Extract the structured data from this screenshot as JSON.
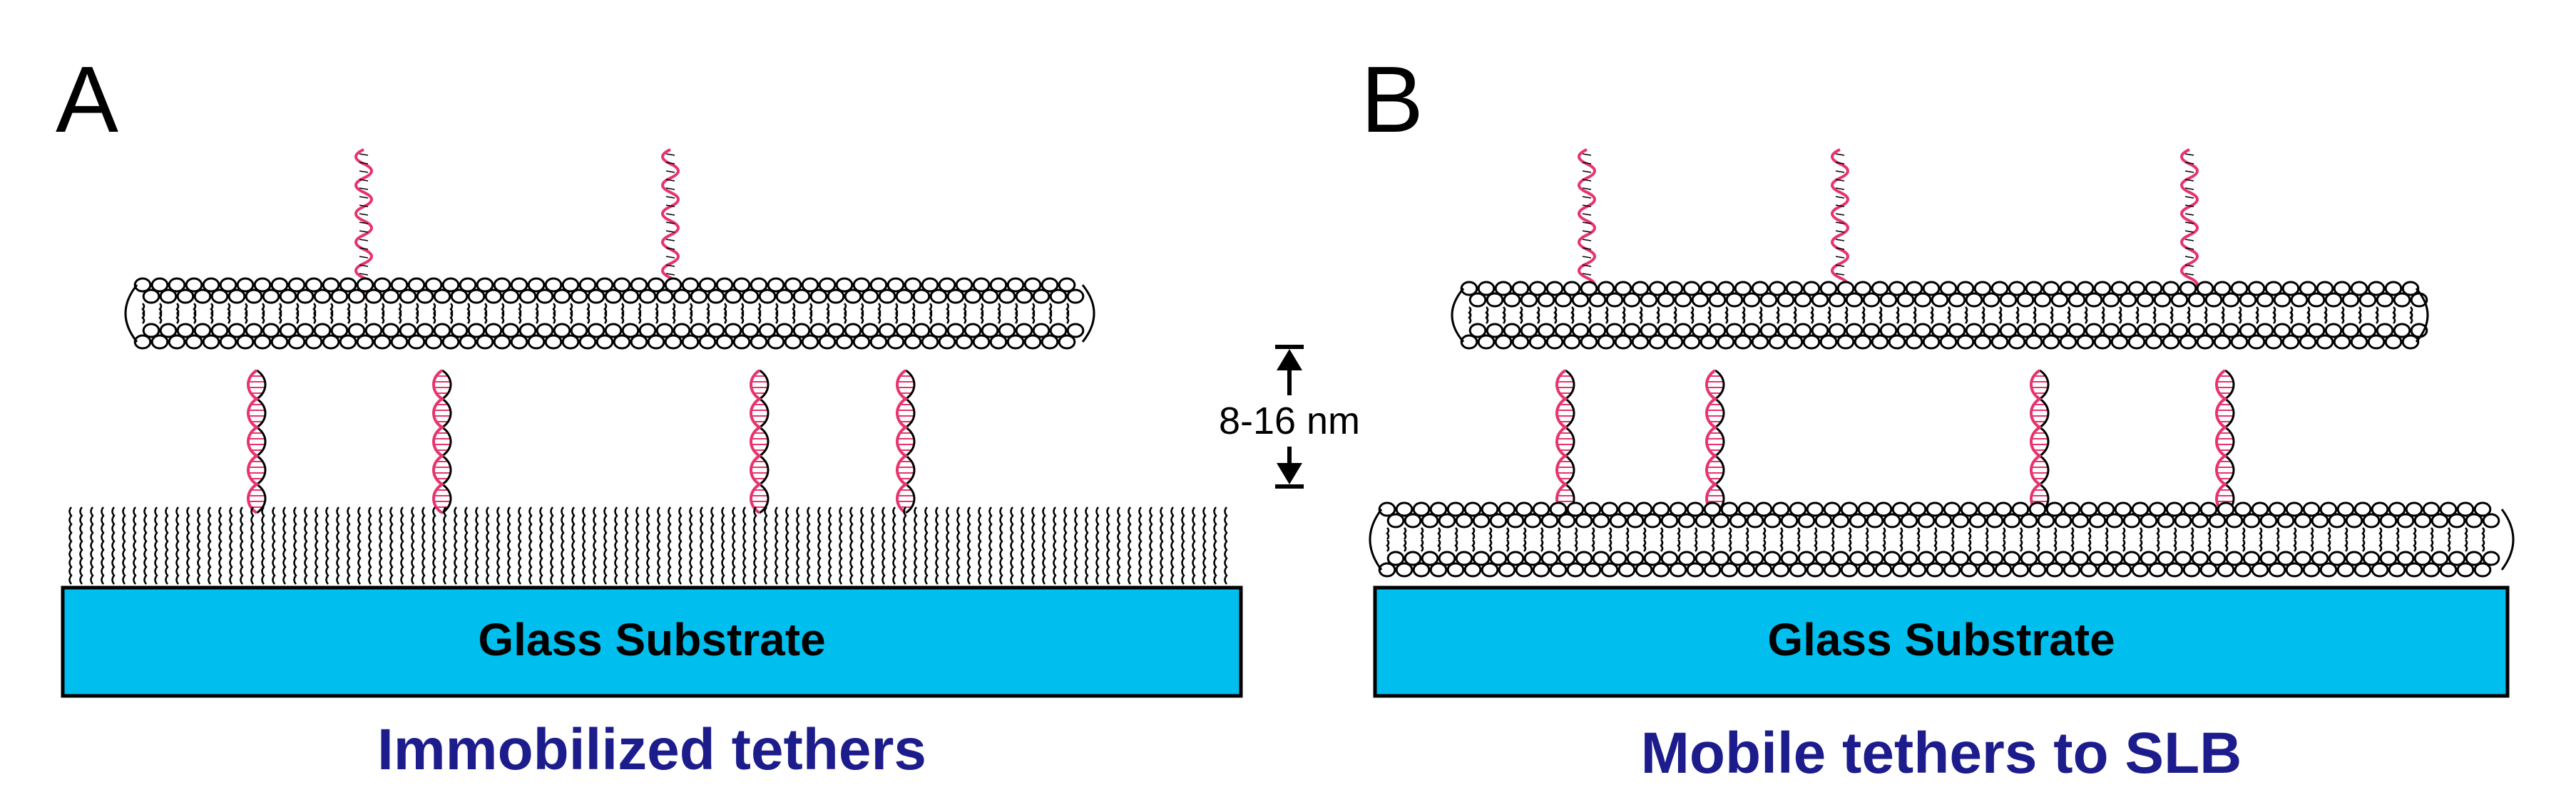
{
  "panel_a": {
    "letter": "A",
    "substrate_label": "Glass Substrate",
    "caption": "Immobilized tethers"
  },
  "panel_b": {
    "letter": "B",
    "substrate_label": "Glass Substrate",
    "caption": "Mobile tethers to SLB"
  },
  "distance": {
    "label": "8-16 nm"
  },
  "colors": {
    "substrate_fill": "#00bfef",
    "caption_text": "#1c1c8c",
    "dna_strand": "#e8336d",
    "lipid_outline": "#000000"
  },
  "icons": [
    "lipid-bilayer",
    "dna-tether",
    "alkane-monolayer",
    "glass-substrate",
    "double-arrow"
  ]
}
